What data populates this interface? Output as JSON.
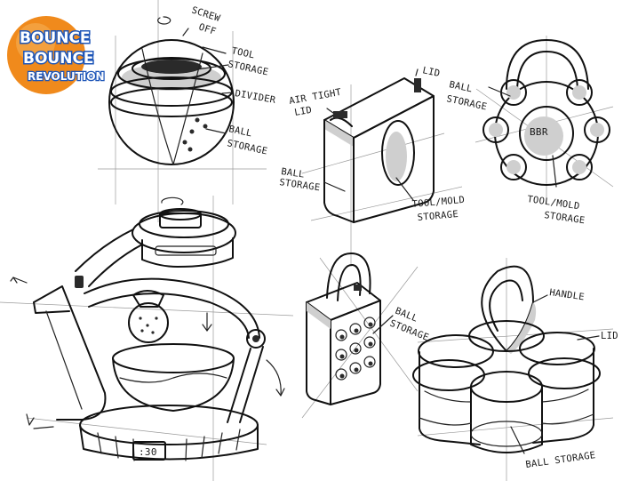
{
  "logo": {
    "line1": "BOUNCE",
    "line2": "BOUNCE",
    "line3": "REVOLUTION",
    "orb_color": "#f08a1c",
    "text_color": "#ffffff",
    "outline_color": "#1e56b8"
  },
  "sketches": {
    "sphere_concept": {
      "labels": {
        "screw_off_1": "SCREW",
        "screw_off_2": "OFF",
        "tool_storage_1": "TOOL",
        "tool_storage_2": "STORAGE",
        "divider": "DIVIDER",
        "ball_storage_1": "BALL",
        "ball_storage_2": "STORAGE"
      }
    },
    "box_concept": {
      "labels": {
        "lid": "LID",
        "air_tight_1": "AIR TIGHT",
        "air_tight_2": "LID",
        "ball_storage_1": "BALL",
        "ball_storage_2": "STORAGE",
        "tool_mold_1": "TOOL/MOLD",
        "tool_mold_2": "STORAGE"
      }
    },
    "ring_concept": {
      "labels": {
        "ball_storage_1": "BALL",
        "ball_storage_2": "STORAGE",
        "center": "BBR",
        "tool_mold_1": "TOOL/MOLD",
        "tool_mold_2": "STORAGE"
      }
    },
    "machine_concept": {
      "labels": {
        "display": ":30"
      }
    },
    "bag_concept": {
      "labels": {
        "ball_storage_1": "BALL",
        "ball_storage_2": "STORAGE"
      }
    },
    "flower_concept": {
      "labels": {
        "handle": "HANDLE",
        "lid": "LID",
        "ball_storage": "BALL STORAGE"
      }
    }
  }
}
